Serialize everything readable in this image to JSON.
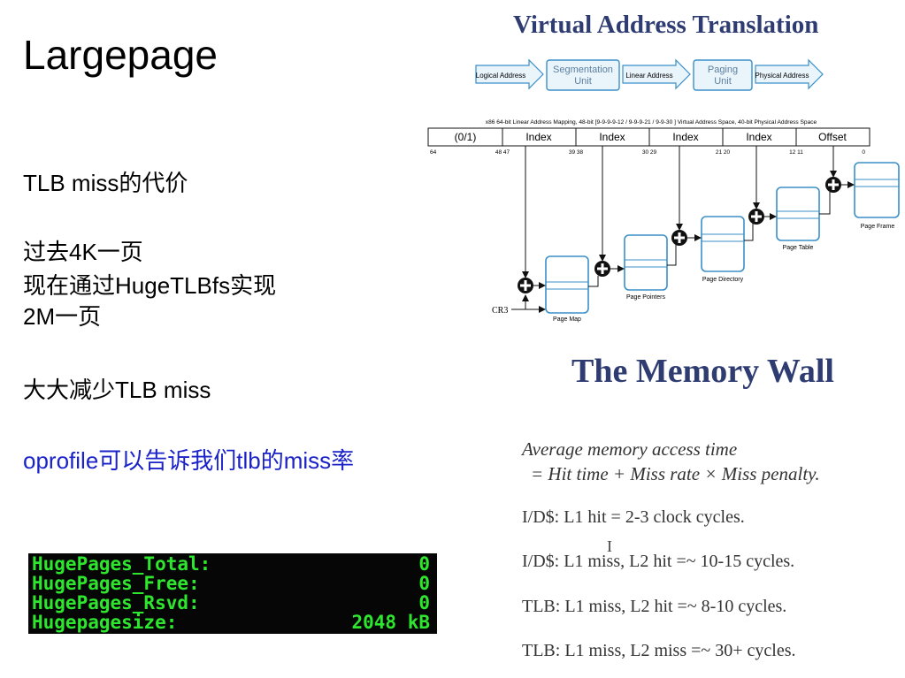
{
  "slide": {
    "title": "Largepage",
    "tlb_cost": "TLB miss的代价",
    "past_line": "过去4K一页",
    "now_line1": "现在通过HugeTLBfs实现",
    "now_line2": "2M一页",
    "reduce_line": "大大减少TLB miss",
    "oprofile_line": "oprofile可以告诉我们tlb的miss率"
  },
  "terminal": {
    "rows": [
      {
        "key": "HugePages_Total:",
        "value": "0"
      },
      {
        "key": "HugePages_Free:",
        "value": "0"
      },
      {
        "key": "HugePages_Rsvd:",
        "value": "0"
      },
      {
        "key": "Hugepagesize:",
        "value": "2048 kB"
      }
    ],
    "text_color": "#2ee62e"
  },
  "vat": {
    "title": "Virtual Address Translation",
    "flow": {
      "logical": "Logical Address",
      "segmentation": [
        "Segmentation",
        "Unit"
      ],
      "linear": "Linear Address",
      "paging": [
        "Paging",
        "Unit"
      ],
      "physical": "Physical Address"
    },
    "caption": "x86 64-bit Linear Address Mapping, 48-bit [9-9-9-9-12 / 9-9-9-21 / 9-9-30 ] Virtual Address Space, 40-bit Physical Address Space",
    "fields": [
      "(0/1)",
      "Index",
      "Index",
      "Index",
      "Index",
      "Offset"
    ],
    "bits": [
      "64",
      "48 47",
      "39 38",
      "30 29",
      "21 20",
      "12 11",
      "0"
    ],
    "tables": [
      "Page Map",
      "Page Pointers",
      "Page Directory",
      "Page Table",
      "Page Frame"
    ],
    "cr3": "CR3",
    "title_color": "#2f3c72",
    "box_color": "#3a8fc9"
  },
  "memwall": {
    "title": "The Memory Wall",
    "formula1": "Average memory access time",
    "formula2": "= Hit time + Miss rate × Miss penalty.",
    "lines": [
      "I/D$: L1 hit = 2-3 clock cycles.",
      "I/D$: L1 miss, L2 hit =~ 10-15 cycles.",
      "TLB: L1 miss, L2 hit =~ 8-10 cycles.",
      "TLB: L1 miss, L2 miss =~ 30+ cycles."
    ],
    "cursor": "I"
  }
}
